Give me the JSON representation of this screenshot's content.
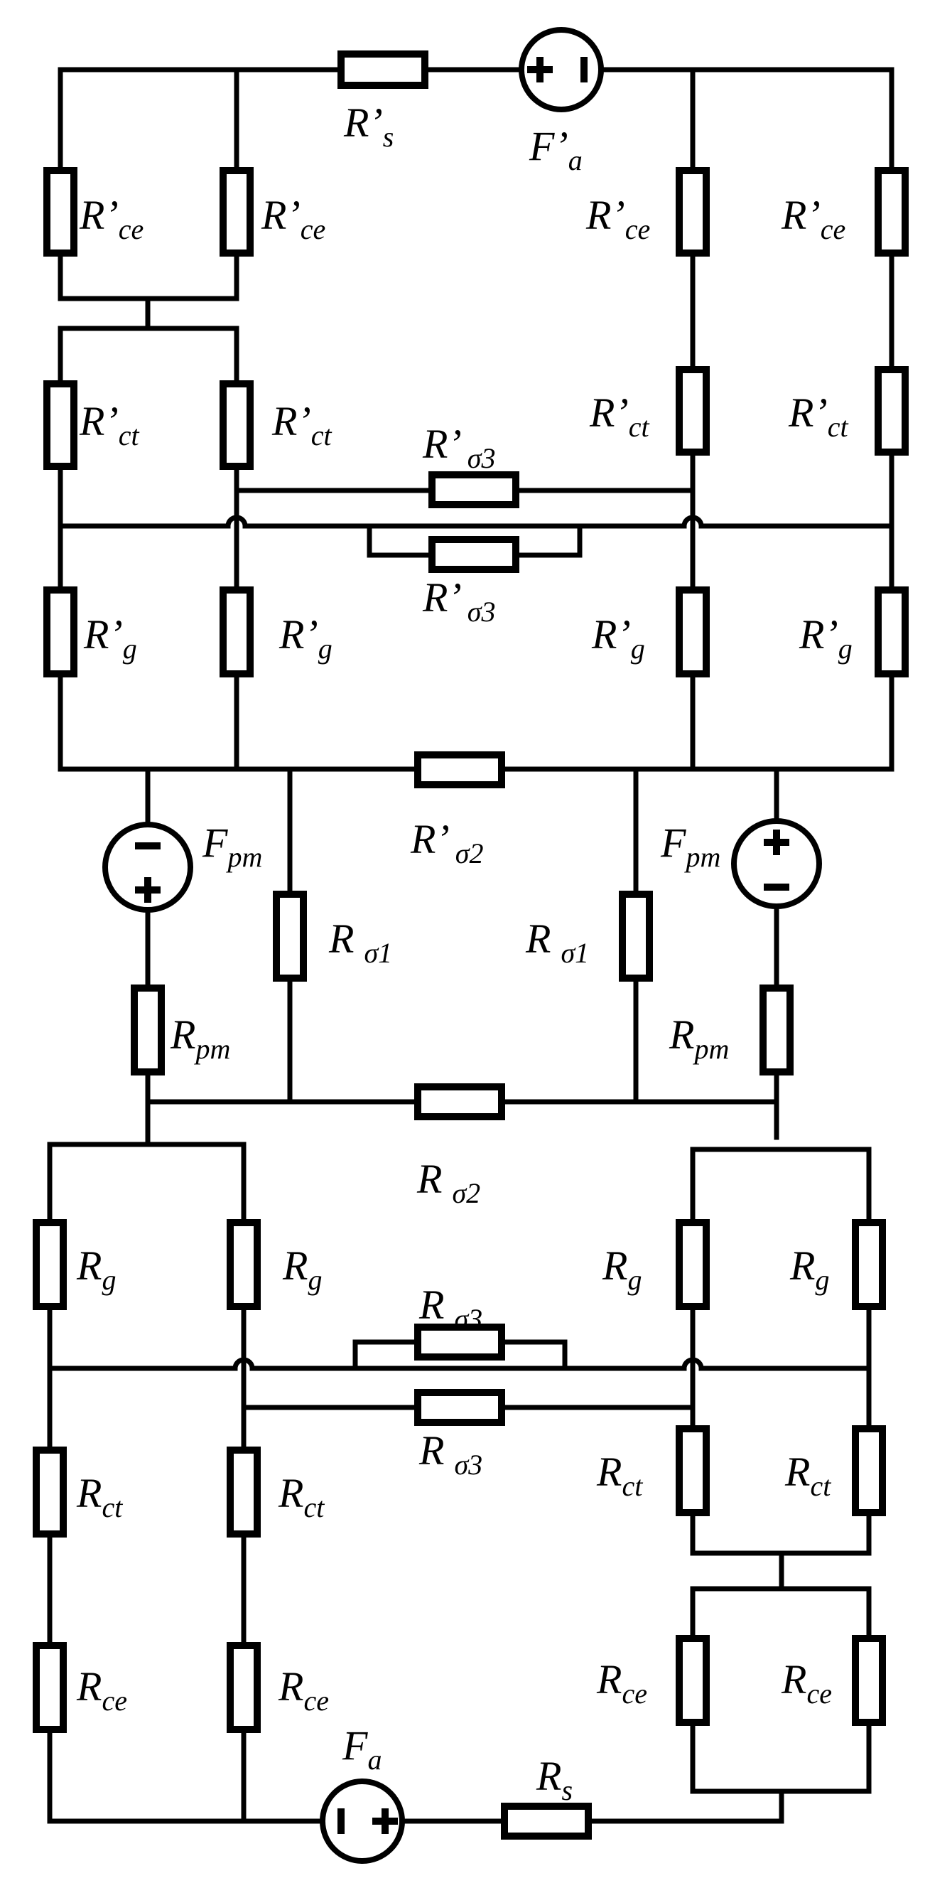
{
  "labels": {
    "r_s_prime": {
      "main": "R’",
      "sub": "s"
    },
    "f_a_prime": {
      "main": "F’",
      "sub": "a"
    },
    "r_ce_prime": {
      "main": "R’",
      "sub": "ce"
    },
    "r_ct_prime": {
      "main": "R’",
      "sub": "ct"
    },
    "r_sigma3_prime": {
      "main": "R’",
      "sub": "σ3"
    },
    "r_g_prime": {
      "main": "R’",
      "sub": "g"
    },
    "r_sigma2_prime": {
      "main": "R’",
      "sub": "σ2"
    },
    "f_pm": {
      "main": "F",
      "sub": "pm"
    },
    "r_sigma1": {
      "main": "R",
      "sub": "σ1"
    },
    "r_pm": {
      "main": "R",
      "sub": "pm"
    },
    "r_sigma2": {
      "main": "R",
      "sub": "σ2"
    },
    "r_g": {
      "main": "R",
      "sub": "g"
    },
    "r_sigma3": {
      "main": "R",
      "sub": "σ3"
    },
    "r_ct": {
      "main": "R",
      "sub": "ct"
    },
    "r_ce": {
      "main": "R",
      "sub": "ce"
    },
    "f_a": {
      "main": "F",
      "sub": "a"
    },
    "r_s": {
      "main": "R",
      "sub": "s"
    }
  },
  "colors": {
    "ink": "#000000",
    "background": "#ffffff"
  },
  "symbols": {
    "plus": "+",
    "minus": "−"
  }
}
